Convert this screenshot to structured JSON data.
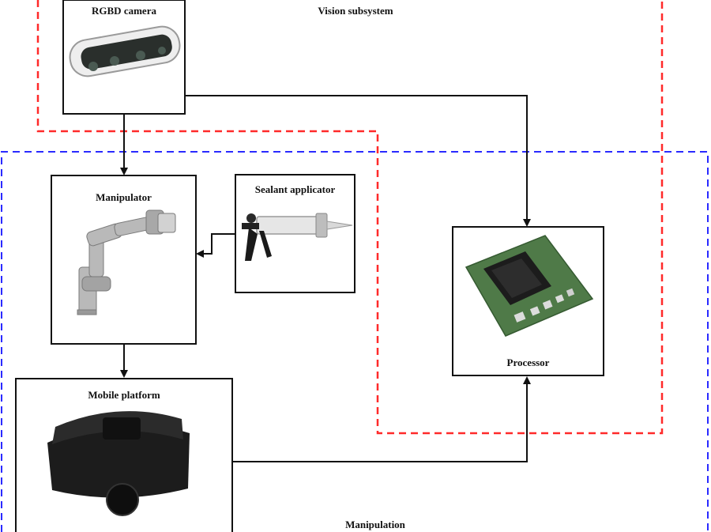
{
  "diagram": {
    "title_vision": "Vision subsystem",
    "title_manipulation": "Manipulation",
    "colors": {
      "vision_border": "#ff2a2a",
      "manipulation_border": "#2a2aff",
      "line": "#111111"
    },
    "nodes": {
      "camera": {
        "label": "RGBD camera",
        "icon": "rgbd-camera-image"
      },
      "manipulator": {
        "label": "Manipulator",
        "icon": "robot-arm-image"
      },
      "sealant": {
        "label": "Sealant applicator",
        "icon": "caulking-gun-image"
      },
      "processor": {
        "label": "Processor",
        "icon": "processor-board-image"
      },
      "mobile": {
        "label": "Mobile platform",
        "icon": "mobile-robot-image"
      }
    }
  }
}
